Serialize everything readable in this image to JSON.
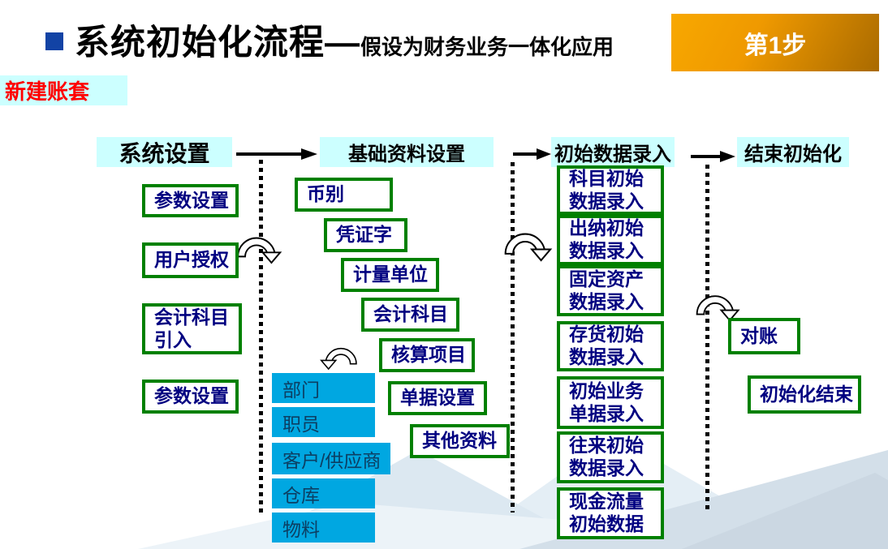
{
  "title": {
    "main": "系统初始化流程—",
    "subtitle": "假设为财务业务一体化应用",
    "step_badge": "第1步",
    "account_label": "新建账套"
  },
  "colors": {
    "bullet_blue": "#1243a5",
    "header_bg": "#ccffff",
    "node_border_green": "#008000",
    "node_text_navy": "#000080",
    "blue_node_bg": "#00a7e1",
    "badge_orange_light": "#f8a800",
    "badge_orange_dark": "#a96a00",
    "label_red": "#ff0000"
  },
  "headers": [
    "系统设置",
    "基础资料设置",
    "初始数据录入",
    "结束初始化"
  ],
  "col1": {
    "items": [
      "参数设置",
      "用户授权",
      "会计科目引入",
      "参数设置"
    ]
  },
  "col2": {
    "green_items": [
      "币别",
      "凭证字",
      "计量单位",
      "会计科目",
      "核算项目",
      "单据设置",
      "其他资料"
    ],
    "blue_items": [
      "部门",
      "职员",
      "客户/供应商",
      "仓库",
      "物料"
    ]
  },
  "col3": {
    "items": [
      "科目初始数据录入",
      "出纳初始数据录入",
      "固定资产数据录入",
      "存货初始数据录入",
      "初始业务单据录入",
      "往来初始数据录入",
      "现金流量初始数据"
    ]
  },
  "col4": {
    "items": [
      "对账",
      "初始化结束"
    ]
  }
}
